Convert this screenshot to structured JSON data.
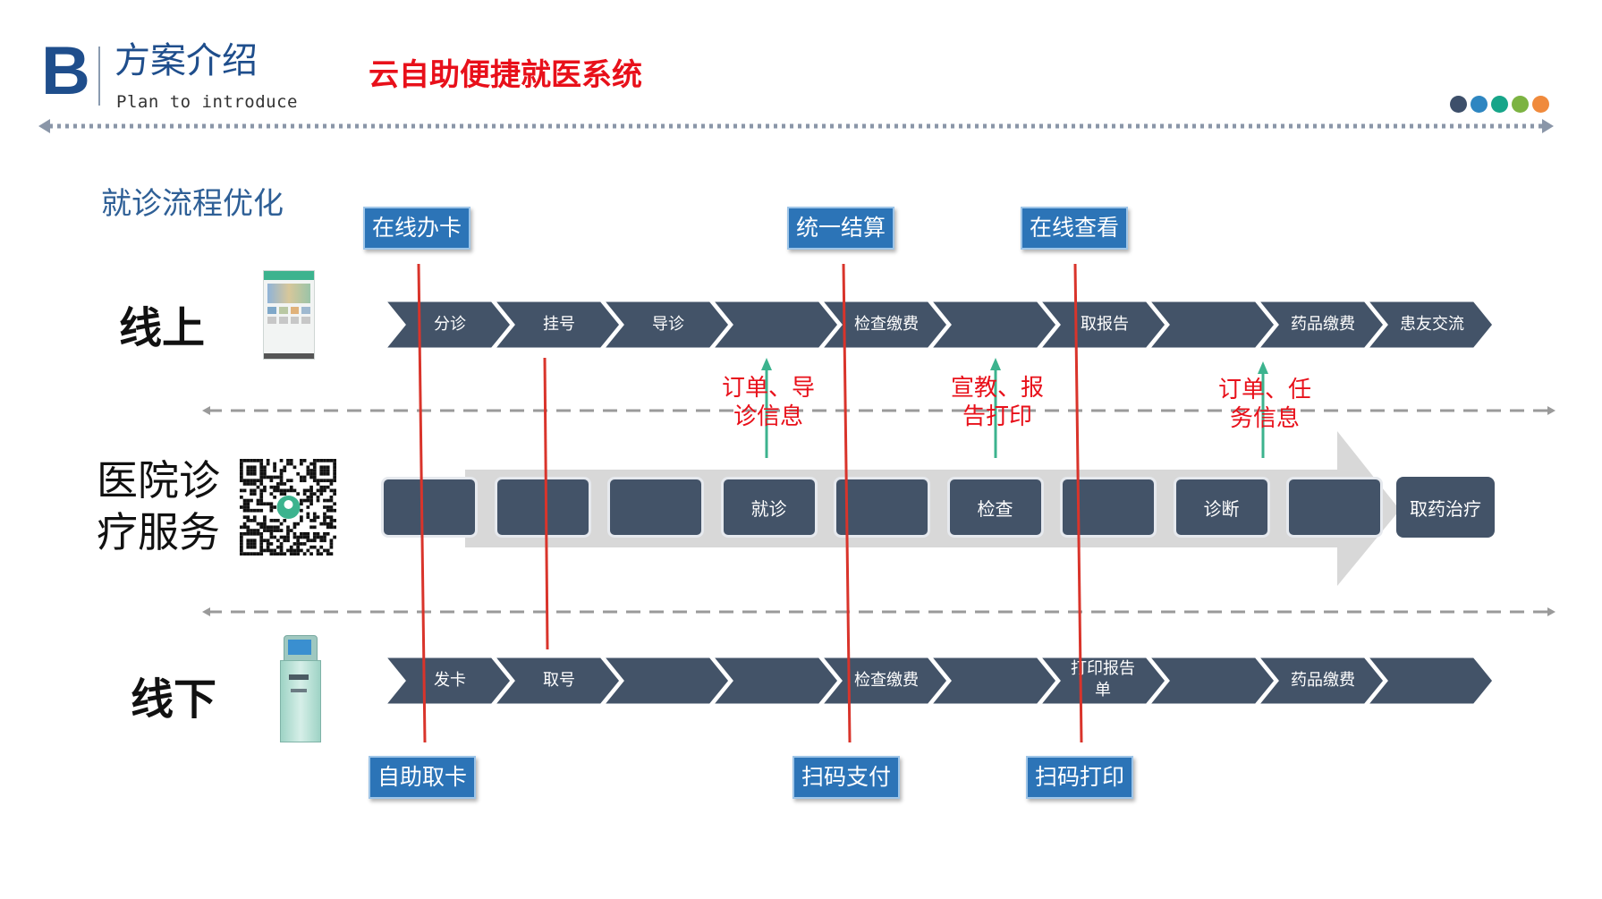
{
  "header": {
    "logo_letter": "B",
    "title": "方案介绍",
    "subtitle": "Plan to introduce",
    "main_title": "云自助便捷就医系统",
    "dot_colors": [
      "#3d4f6a",
      "#2e86c1",
      "#17a589",
      "#7cb342",
      "#f08a3c"
    ]
  },
  "section_title": "就诊流程优化",
  "online": {
    "label": "线上",
    "icon": "mobile-app-screenshot",
    "steps": [
      "分诊",
      "挂号",
      "导诊",
      "",
      "检查缴费",
      "",
      "取报告",
      "",
      "药品缴费",
      "患友交流"
    ]
  },
  "hospital": {
    "label_line1": "医院诊",
    "label_line2": "疗服务",
    "icon": "qr-code",
    "steps": [
      "",
      "",
      "",
      "就诊",
      "",
      "检查",
      "",
      "诊断",
      "",
      "取药治疗"
    ]
  },
  "offline": {
    "label": "线下",
    "icon": "self-service-kiosk",
    "steps": [
      "发卡",
      "取号",
      "",
      "",
      "检查缴费",
      "",
      "打印报告单",
      "",
      "药品缴费",
      ""
    ]
  },
  "top_tags": [
    "在线办卡",
    "统一结算",
    "在线查看"
  ],
  "bottom_tags": [
    "自助取卡",
    "扫码支付",
    "扫码打印"
  ],
  "notes": [
    {
      "line1": "订单、导",
      "line2": "诊信息"
    },
    {
      "line1": "宣教、报",
      "line2": "告打印"
    },
    {
      "line1": "订单、任",
      "line2": "务信息"
    }
  ],
  "colors": {
    "chevron": "#435368",
    "accent_red": "#e8101a",
    "tag_blue": "#2c74b7",
    "arrow_green": "#3cb38e",
    "brand_blue": "#1f4e8c"
  }
}
